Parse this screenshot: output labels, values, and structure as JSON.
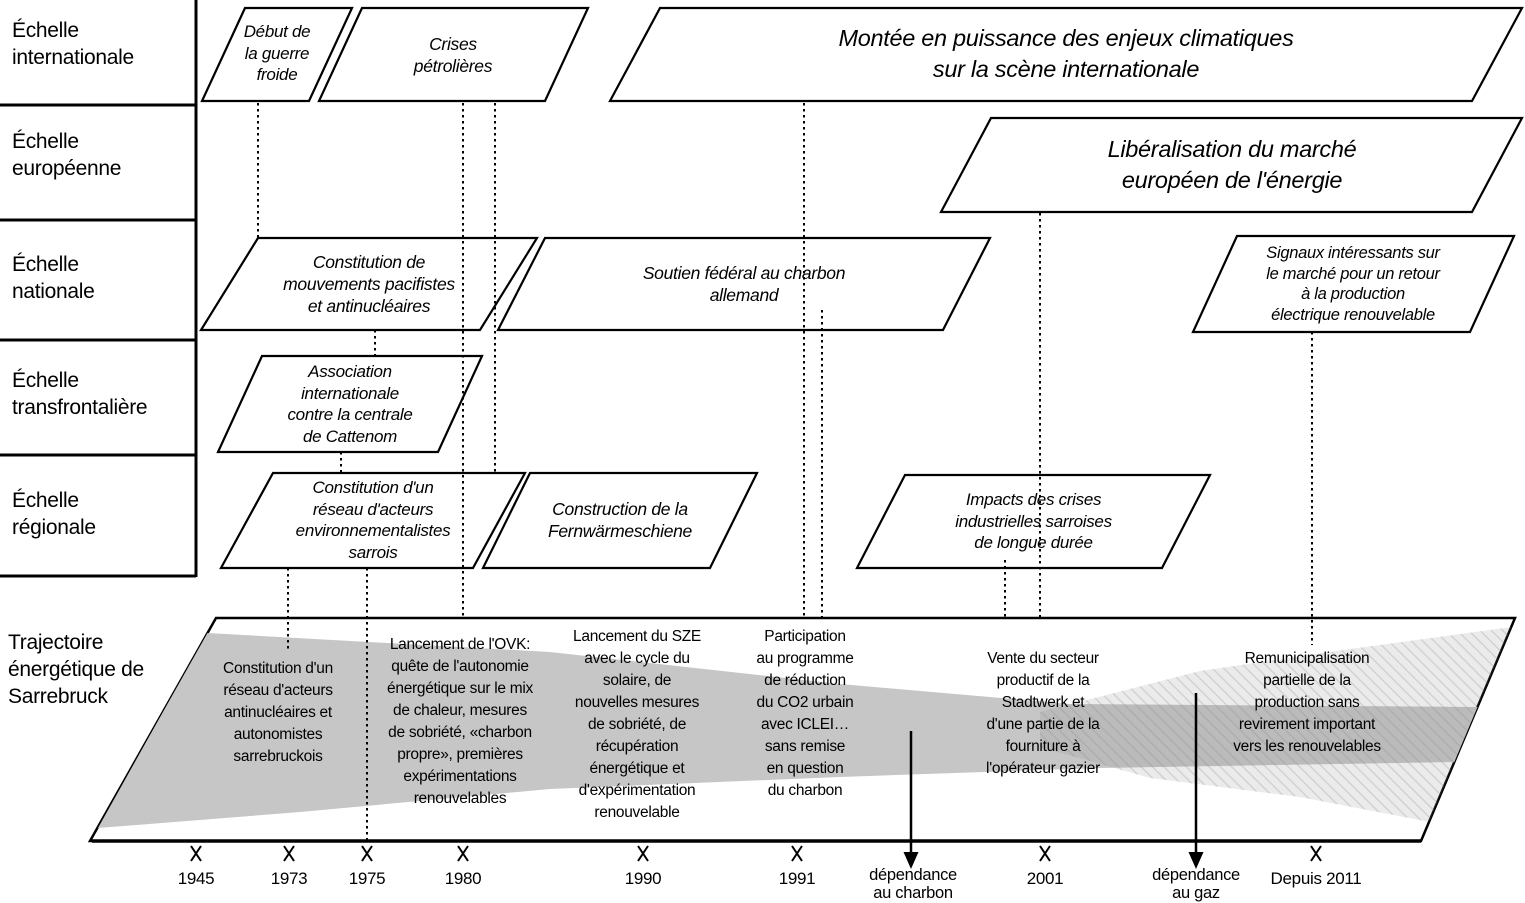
{
  "scales": {
    "international": "Échelle\ninternationale",
    "european": "Échelle\neuropéenne",
    "national": "Échelle\nnationale",
    "transborder": "Échelle\ntransfrontalière",
    "regional": "Échelle\nrégionale"
  },
  "trajectory": {
    "label": "Trajectoire\nénergétique de\nSarrebruck",
    "phases": [
      "Constitution d'un\nréseau d'acteurs\nantinucléaires et\nautonomistes\nsarrebruckois",
      "Lancement de l'OVK:\nquête de l'autonomie\nénergétique sur le mix\nde chaleur, mesures\nde sobriété, «charbon\npropre», premières\nexpérimentations\nrenouvelables",
      "Lancement du SZE\navec le cycle du\nsolaire, de\nnouvelles mesures\nde sobriété, de\nrécupération\nénergétique et\nd'expérimentation\nrenouvelable",
      "Participation\nau programme\nde réduction\ndu CO2 urbain\navec ICLEI…\nsans remise\nen question\ndu charbon",
      "Vente du secteur\nproductif de la\nStadtwerk et\nd'une partie de la\nfourniture à\nl'opérateur gazier",
      "Remunicipalisation\npartielle de la\nproduction sans\nrevirement important\nvers les renouvelables"
    ]
  },
  "events": {
    "cold_war": "Début de\nla guerre\nfroide",
    "oil_crises": "Crises\npétrolières",
    "climate": "Montée en puissance des enjeux climatiques\nsur la scène internationale",
    "liberalization": "Libéralisation du marché\neuropéen de l'énergie",
    "pacifist": "Constitution de\nmouvements pacifistes\net antinucléaires",
    "coal_support": "Soutien fédéral au charbon\nallemand",
    "signals": "Signaux intéressants sur\nle marché pour un retour\nà la production\nélectrique renouvelable",
    "cattenom": "Association\ninternationale\ncontre la centrale\nde Cattenom",
    "network": "Constitution d'un\nréseau d'acteurs\nenvironnementalistes\nsarrois",
    "fernwaerme": "Construction de la\nFernwärmeschiene",
    "impacts": "Impacts des crises\nindustrielles sarroises\nde longue durée"
  },
  "timeline": {
    "years": [
      "1945",
      "1973",
      "1975",
      "1980",
      "1990",
      "1991",
      "2001",
      "Depuis 2011"
    ],
    "dependency_markers": [
      "dépendance\nau charbon",
      "dépendance\nau gaz"
    ]
  },
  "colors": {
    "ink": "#000000",
    "band_gray": "#c6c6c6",
    "hatch_bg": "#e9e9e9",
    "hatch_line": "#d2d2d2"
  }
}
